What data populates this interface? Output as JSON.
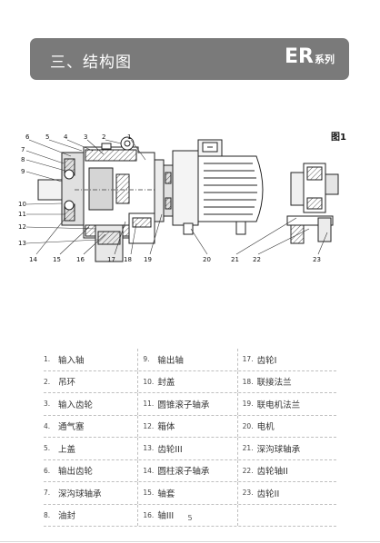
{
  "header": {
    "title": "三、结构图",
    "series_code": "ER",
    "series_suffix": "系列"
  },
  "figure": {
    "label": "图1",
    "callouts_top": [
      "6",
      "5",
      "4",
      "3",
      "2",
      "1"
    ],
    "callouts_left": [
      "7",
      "8",
      "9",
      "10",
      "11",
      "12",
      "13"
    ],
    "callouts_bottom": [
      "14",
      "15",
      "16",
      "17",
      "18",
      "19",
      "20",
      "21",
      "22",
      "23"
    ]
  },
  "parts": [
    {
      "num": "1.",
      "name": "输入轴"
    },
    {
      "num": "2.",
      "name": "吊环"
    },
    {
      "num": "3.",
      "name": "输入齿轮"
    },
    {
      "num": "4.",
      "name": "通气塞"
    },
    {
      "num": "5.",
      "name": "上盖"
    },
    {
      "num": "6.",
      "name": "输出齿轮"
    },
    {
      "num": "7.",
      "name": "深沟球轴承"
    },
    {
      "num": "8.",
      "name": "油封"
    },
    {
      "num": "9.",
      "name": "输出轴"
    },
    {
      "num": "10.",
      "name": "封盖"
    },
    {
      "num": "11.",
      "name": "圆锥滚子轴承"
    },
    {
      "num": "12.",
      "name": "箱体"
    },
    {
      "num": "13.",
      "name": "齿轮III"
    },
    {
      "num": "14.",
      "name": "圆柱滚子轴承"
    },
    {
      "num": "15.",
      "name": "轴套"
    },
    {
      "num": "16.",
      "name": "轴III"
    },
    {
      "num": "17.",
      "name": "齿轮I"
    },
    {
      "num": "18.",
      "name": "联接法兰"
    },
    {
      "num": "19.",
      "name": "联电机法兰"
    },
    {
      "num": "20.",
      "name": "电机"
    },
    {
      "num": "21.",
      "name": "深沟球轴承"
    },
    {
      "num": "22.",
      "name": "齿轮轴II"
    },
    {
      "num": "23.",
      "name": "齿轮II"
    }
  ],
  "page_number": "5"
}
